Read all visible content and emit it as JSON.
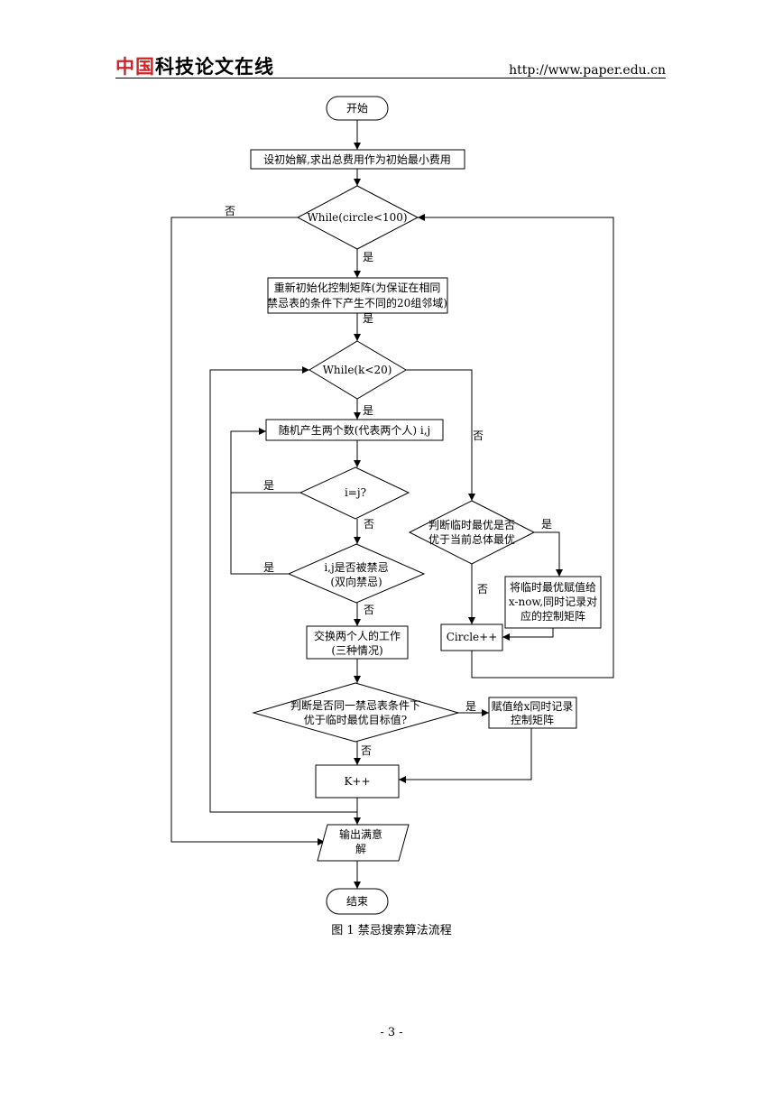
{
  "header": {
    "logo_red": "中国",
    "logo_black": "科技论文在线",
    "url": "http://www.paper.edu.cn"
  },
  "flowchart": {
    "start": "开始",
    "init": "设初始解,求出总费用作为初始最小费用",
    "while_circle": "While(circle<100)",
    "reinit_line1": "重新初始化控制矩阵(为保证在相同",
    "reinit_line2": "禁忌表的条件下产生不同的20组邻域)",
    "while_k": "While(k<20)",
    "random": "随机产生两个数(代表两个人) i,j",
    "ij_equal": "i=j?",
    "tabu_line1": "i,j是否被禁忌",
    "tabu_line2": "(双向禁忌)",
    "swap_line1": "交换两个人的工作",
    "swap_line2": "(三种情况)",
    "compare_line1": "判断是否同一禁忌表条件下",
    "compare_line2": "优于临时最优目标值?",
    "assign_temp_line1": "赋值给x同时记录",
    "assign_temp_line2": "控制矩阵",
    "kpp": "K++",
    "judge_line1": "判断临时最优是否",
    "judge_line2": "优于当前总体最优",
    "assign_now_line1": "将临时最优赋值给",
    "assign_now_line2": "x-now,同时记录对",
    "assign_now_line3": "应的控制矩阵",
    "circlepp": "Circle++",
    "output_line1": "输出满意",
    "output_line2": "解",
    "end": "结束",
    "yes": "是",
    "no": "否"
  },
  "caption": "图 1  禁忌搜索算法流程",
  "page_number": "- 3 -"
}
